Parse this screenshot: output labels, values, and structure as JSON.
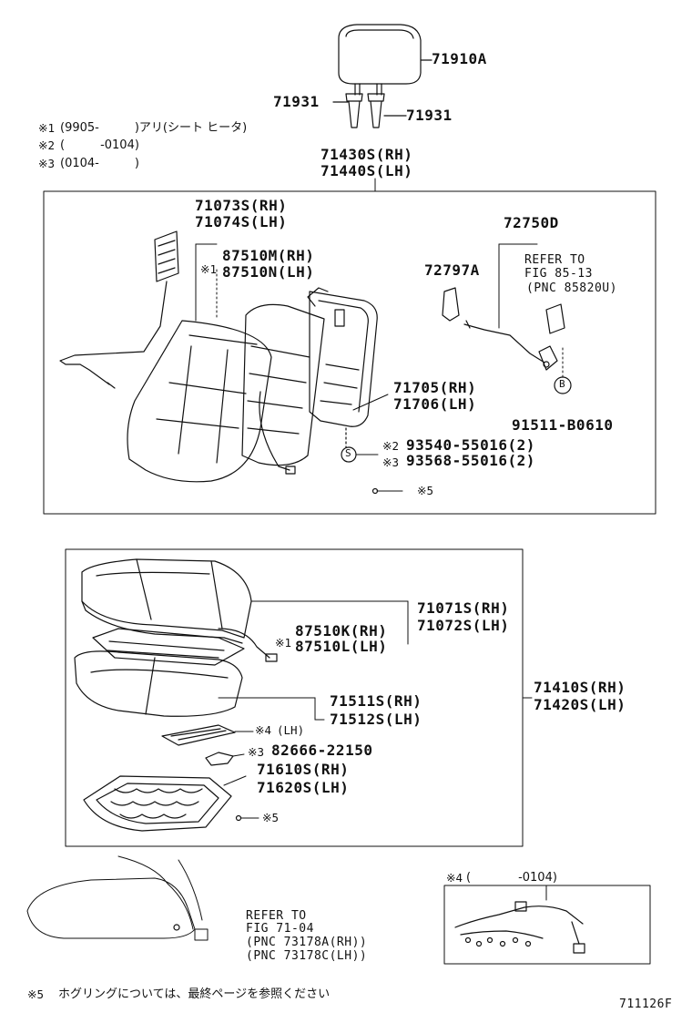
{
  "notes": {
    "n1_mark": "※1",
    "n1_text": "(9905-　　　)アリ(シート ヒータ)",
    "n2_mark": "※2",
    "n2_text": "(　　　-0104)",
    "n3_mark": "※3",
    "n3_text": "(0104-　　　)"
  },
  "headrest": {
    "assy": "71910A",
    "support_left": "71931",
    "support_right": "71931",
    "back_assy_rh": "71430S(RH)",
    "back_assy_lh": "71440S(LH)"
  },
  "back_box": {
    "cover_rh": "71073S(RH)",
    "cover_lh": "71074S(LH)",
    "heater_mark": "※1",
    "heater_rh": "87510M(RH)",
    "heater_lh": "87510N(LH)",
    "bolt_pn": "72750D",
    "refer_line1": "REFER TO",
    "refer_line2": "FIG 85-13",
    "refer_line3": "(PNC 85820U)",
    "clip_pn": "72797A",
    "frame_rh": "71705(RH)",
    "frame_lh": "71706(LH)",
    "b_mark": "B",
    "b_pn": "91511-B0610",
    "s_mark": "S",
    "screw2_mark": "※2",
    "screw2_pn": "93540-55016(2)",
    "screw3_mark": "※3",
    "screw3_pn": "93568-55016(2)",
    "ring_mark": "※5"
  },
  "cushion_box": {
    "cover_rh": "71071S(RH)",
    "cover_lh": "71072S(LH)",
    "heater_mark": "※1",
    "heater_rh": "87510K(RH)",
    "heater_lh": "87510L(LH)",
    "assy_rh": "71410S(RH)",
    "assy_lh": "71420S(LH)",
    "pad_rh": "71511S(RH)",
    "pad_lh": "71512S(LH)",
    "heater_pad_mark": "※4",
    "heater_pad_text": "(LH)",
    "clip_mark": "※3",
    "clip_pn": "82666-22150",
    "spring_rh": "71610S(RH)",
    "spring_lh": "71620S(LH)",
    "ring_mark": "※5"
  },
  "bottom": {
    "refer_line1": "REFER TO",
    "refer_line2": "FIG 71-04",
    "refer_line3": "(PNC 73178A(RH))",
    "refer_line4": "(PNC 73178C(LH))",
    "wire_mark": "※4",
    "wire_text": "(　　　　-0104)"
  },
  "footer": {
    "note_mark": "※5",
    "note_text": "ホグリングについては、最終ページを参照ください",
    "fig_id": "711126F"
  }
}
